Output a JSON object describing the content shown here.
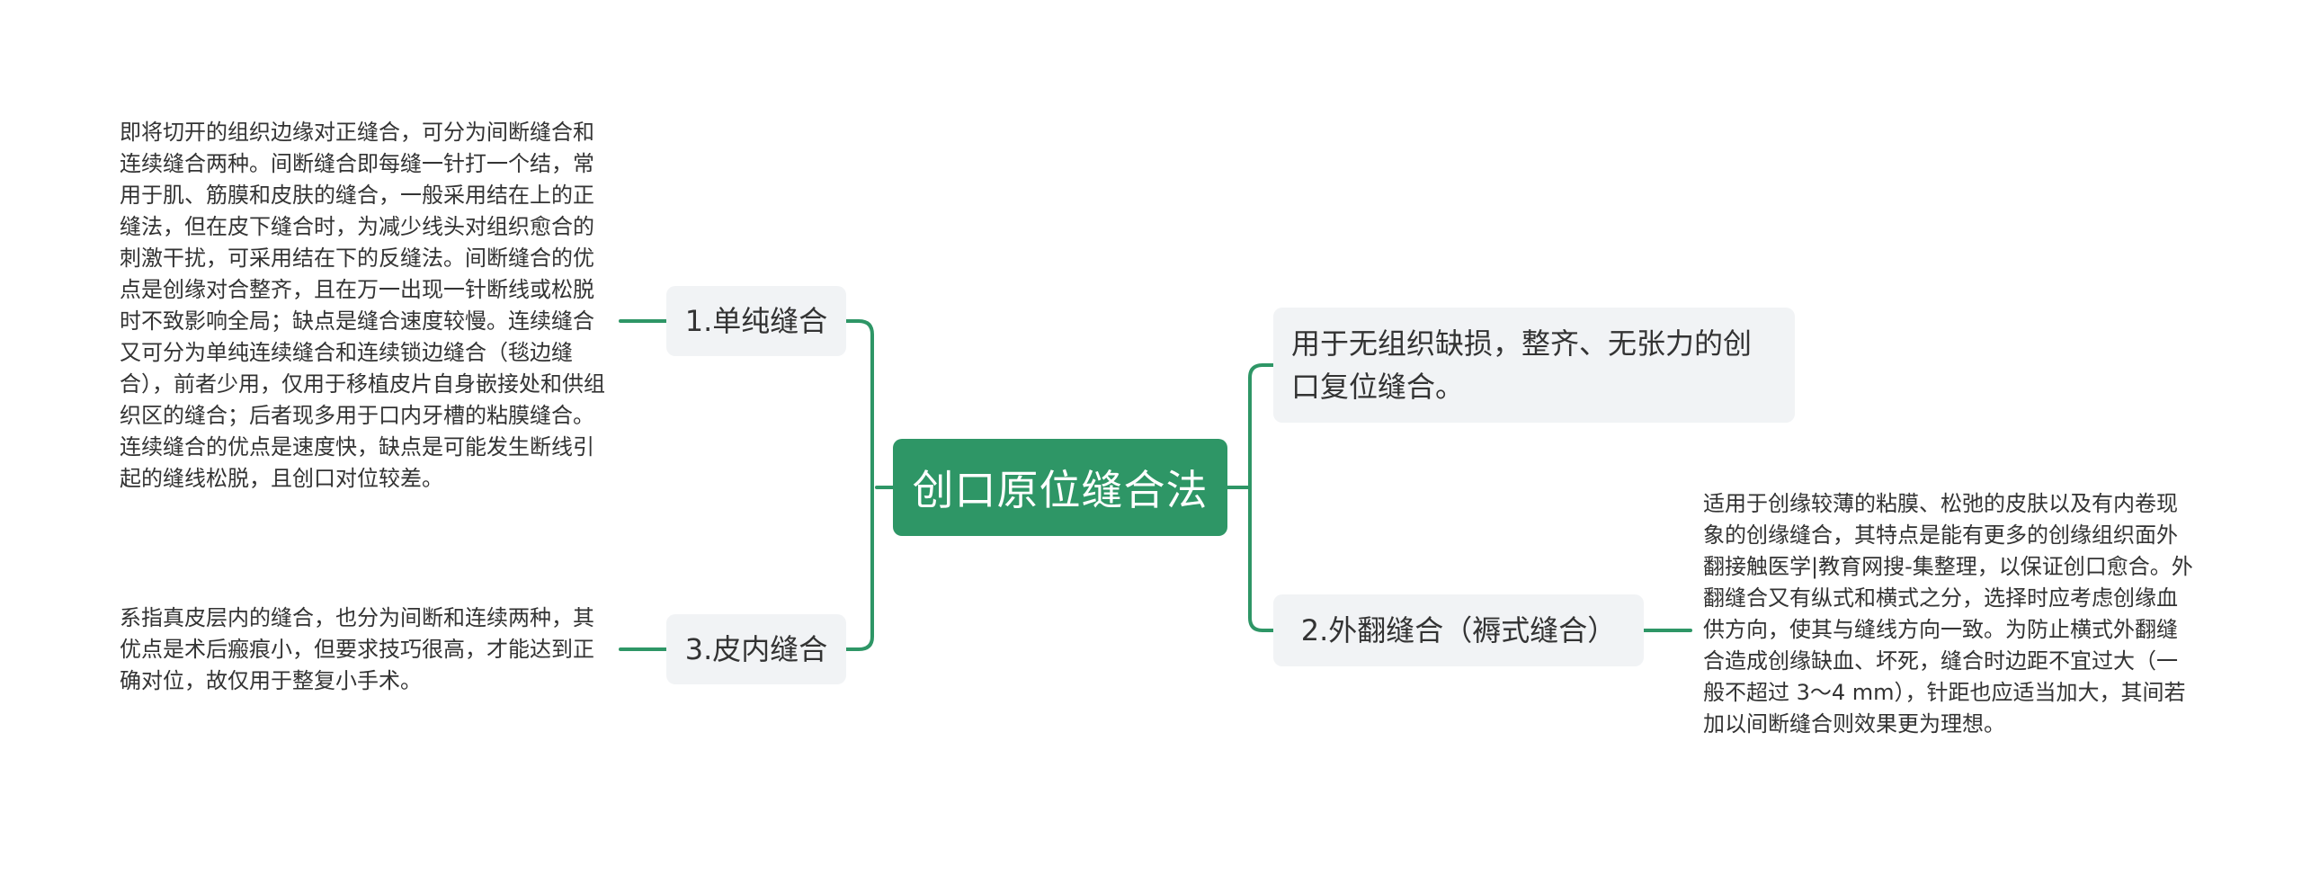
{
  "theme": {
    "accent": "#2e9666",
    "node_bg": "#f1f3f5",
    "text": "#333333"
  },
  "root": {
    "label": "创口原位缝合法"
  },
  "left_branches": [
    {
      "label": "1.单纯缝合",
      "detail": "即将切开的组织边缘对正缝合，可分为间断缝合和连续缝合两种。间断缝合即每缝一针打一个结，常用于肌、筋膜和皮肤的缝合，一般采用结在上的正缝法，但在皮下缝合时，为减少线头对组织愈合的刺激干扰，可采用结在下的反缝法。间断缝合的优点是创缘对合整齐，且在万一出现一针断线或松脱时不致影响全局；缺点是缝合速度较慢。连续缝合又可分为单纯连续缝合和连续锁边缝合（毯边缝合），前者少用，仅用于移植皮片自身嵌接处和供组织区的缝合；后者现多用于口内牙槽的粘膜缝合。连续缝合的优点是速度快，缺点是可能发生断线引起的缝线松脱，且创口对位较差。"
    },
    {
      "label": "3.皮内缝合",
      "detail": "系指真皮层内的缝合，也分为间断和连续两种，其优点是术后瘢痕小，但要求技巧很高，才能达到正确对位，故仅用于整复小手术。"
    }
  ],
  "right_branches": [
    {
      "label": "用于无组织缺损，整齐、无张力的创口复位缝合。"
    },
    {
      "label": "2.外翻缝合（褥式缝合）",
      "detail": "适用于创缘较薄的粘膜、松弛的皮肤以及有内卷现象的创缘缝合，其特点是能有更多的创缘组织面外翻接触医学|教育网搜-集整理，以保证创口愈合。外翻缝合又有纵式和横式之分，选择时应考虑创缘血供方向，使其与缝线方向一致。为防止横式外翻缝合造成创缘缺血、坏死，缝合时边距不宜过大（一般不超过 3～4 mm），针距也应适当加大，其间若加以间断缝合则效果更为理想。"
    }
  ]
}
